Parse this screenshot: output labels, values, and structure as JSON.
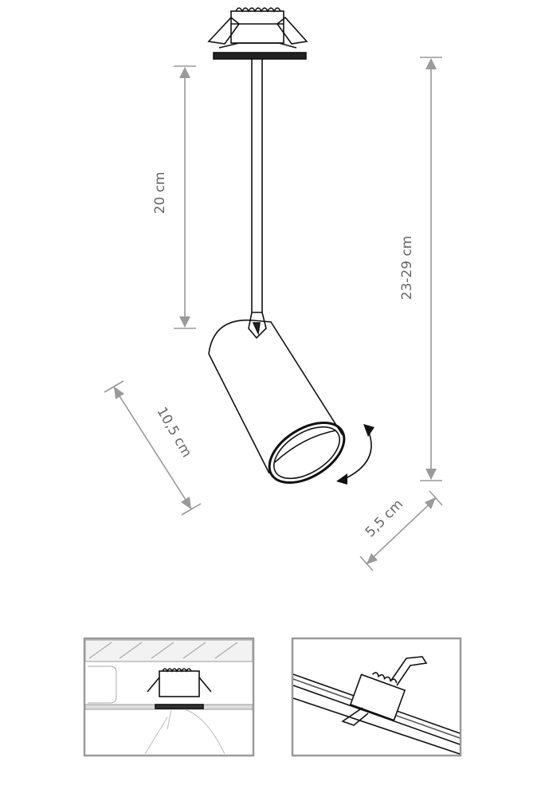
{
  "dimensions": {
    "stem_length": "20 cm",
    "total_height": "23-29 cm",
    "head_length": "10,5 cm",
    "head_diameter": "5,5 cm"
  },
  "colors": {
    "dimension_lines": "#9a9a9a",
    "drawing": "#111111"
  },
  "icons": [
    "rotation-arrow-icon"
  ],
  "insets": [
    "ceiling-mount-detail",
    "rail-mount-detail"
  ]
}
